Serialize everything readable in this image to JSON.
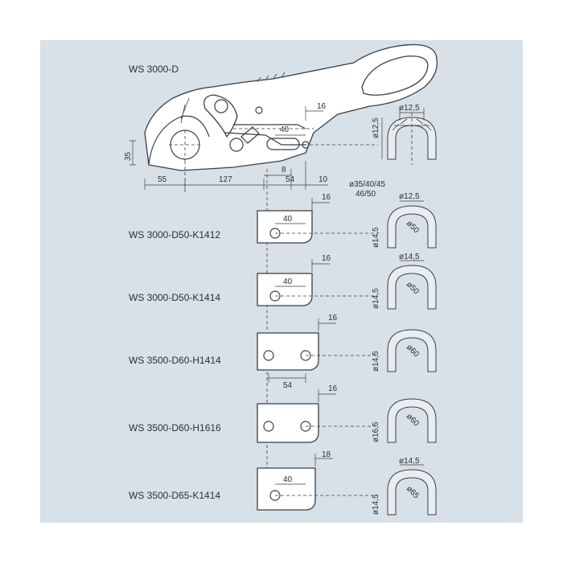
{
  "top_model": "WS 3000-D",
  "top_dims": {
    "d35": "35",
    "d55": "55",
    "d127": "127",
    "d8": "8",
    "d54": "54",
    "d10": "10",
    "d16": "16",
    "d40": "40",
    "d125v": "ø12,5",
    "d125h": "ø12,5",
    "ball": "ø35/40/45",
    "ball2": "46/50"
  },
  "variants": [
    {
      "model": "WS 3000-D50-K1412",
      "top": "16",
      "left": "40",
      "bore_h": "ø12,5",
      "bore_v": "ø14,5",
      "diam": "ø50"
    },
    {
      "model": "WS 3000-D50-K1414",
      "top": "16",
      "left": "40",
      "bore_h": "ø14,5",
      "bore_v": "ø14,5",
      "diam": "ø50"
    },
    {
      "model": "WS 3500-D60-H1414",
      "top": "16",
      "left": "54",
      "bore_h": "",
      "bore_v": "ø14,5",
      "diam": "ø60"
    },
    {
      "model": "WS 3500-D60-H1616",
      "top": "16",
      "left": "",
      "bore_h": "",
      "bore_v": "ø16,5",
      "diam": "ø60"
    },
    {
      "model": "WS 3500-D65-K1414",
      "top": "18",
      "left": "40",
      "bore_h": "ø14,5",
      "bore_v": "ø14,5",
      "diam": "ø65"
    }
  ]
}
